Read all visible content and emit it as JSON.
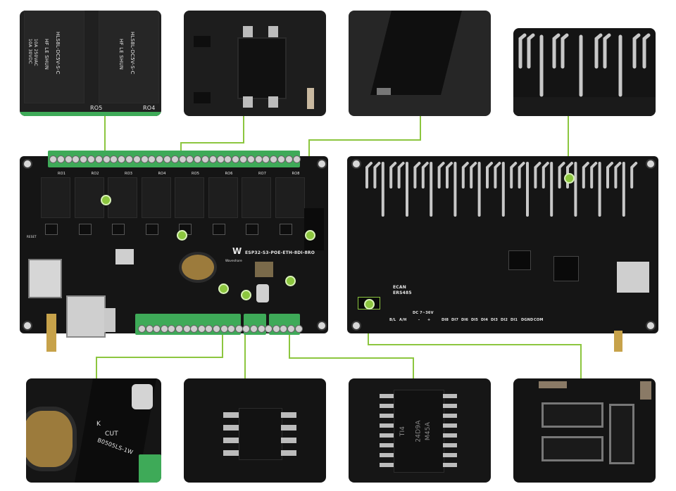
{
  "board": {
    "model_label": "ESP32-S3-POE-ETH-8DI-8RO",
    "relay_labels": [
      "RO1",
      "RO2",
      "RO3",
      "RO4",
      "RO5",
      "RO6",
      "RO7",
      "RO8"
    ],
    "reset_label": "RESET",
    "brand_label": "Waveshare"
  },
  "board_back": {
    "bus_labels": [
      "ECAN",
      "ERS485"
    ],
    "power_label": "DC 7~36V",
    "terminal_labels": [
      "B/L",
      "A/H",
      "-",
      "+",
      "DI8",
      "DI7",
      "DI6",
      "DI5",
      "DI4",
      "DI3",
      "DI2",
      "DI1",
      "DGND",
      "COM"
    ]
  },
  "insets": {
    "relay_closeup": {
      "relay_text": [
        "HF LE SHUN",
        "HLS8L-DC5V-S-C",
        "10A 250VAC",
        "10A 30VDC"
      ],
      "labels": [
        "RO5",
        "RO4"
      ]
    },
    "dcdc_closeup": {
      "text": [
        "K",
        "CUT",
        "B0505LS-1W"
      ]
    },
    "ic_closeup": {
      "text": [
        "TI4",
        "24D9A",
        "M45A"
      ]
    }
  },
  "colors": {
    "connector_line": "#8cc63f",
    "pcb": "#151515",
    "terminal_green": "#3eaa58"
  }
}
